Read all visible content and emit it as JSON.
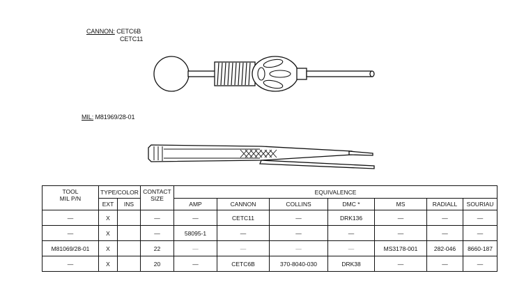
{
  "cannon": {
    "label": "CANNON:",
    "line1": "CETC6B",
    "line2": "CETC11"
  },
  "mil": {
    "label": "MIL:",
    "part": "M81969/28-01"
  },
  "table": {
    "header": {
      "tool": "TOOL",
      "tool_sub": "MIL P/N",
      "type_color": "TYPE/COLOR",
      "contact": "CONTACT",
      "contact_sub": "SIZE",
      "equivalence": "EQUIVALENCE",
      "ext": "EXT",
      "ins": "INS",
      "manufacturers": [
        "AMP",
        "CANNON",
        "COLLINS",
        "DMC *",
        "MS",
        "RADIALL",
        "SOURIAU"
      ]
    },
    "rows": [
      [
        "—",
        "X",
        "",
        "—",
        "—",
        "CETC11",
        "—",
        "DRK136",
        "—",
        "—",
        "—"
      ],
      [
        "—",
        "X",
        "",
        "—",
        "58095-1",
        "—",
        "—",
        "—",
        "—",
        "—",
        "—"
      ],
      [
        "M81069/28-01",
        "X",
        "",
        "22",
        "—",
        "—",
        "—",
        "—",
        "MS3178-001",
        "282-046",
        "8660-187"
      ],
      [
        "—",
        "X",
        "",
        "20",
        "—",
        "CETC6B",
        "370-8040-030",
        "DRK38",
        "—",
        "—",
        "—"
      ]
    ]
  }
}
